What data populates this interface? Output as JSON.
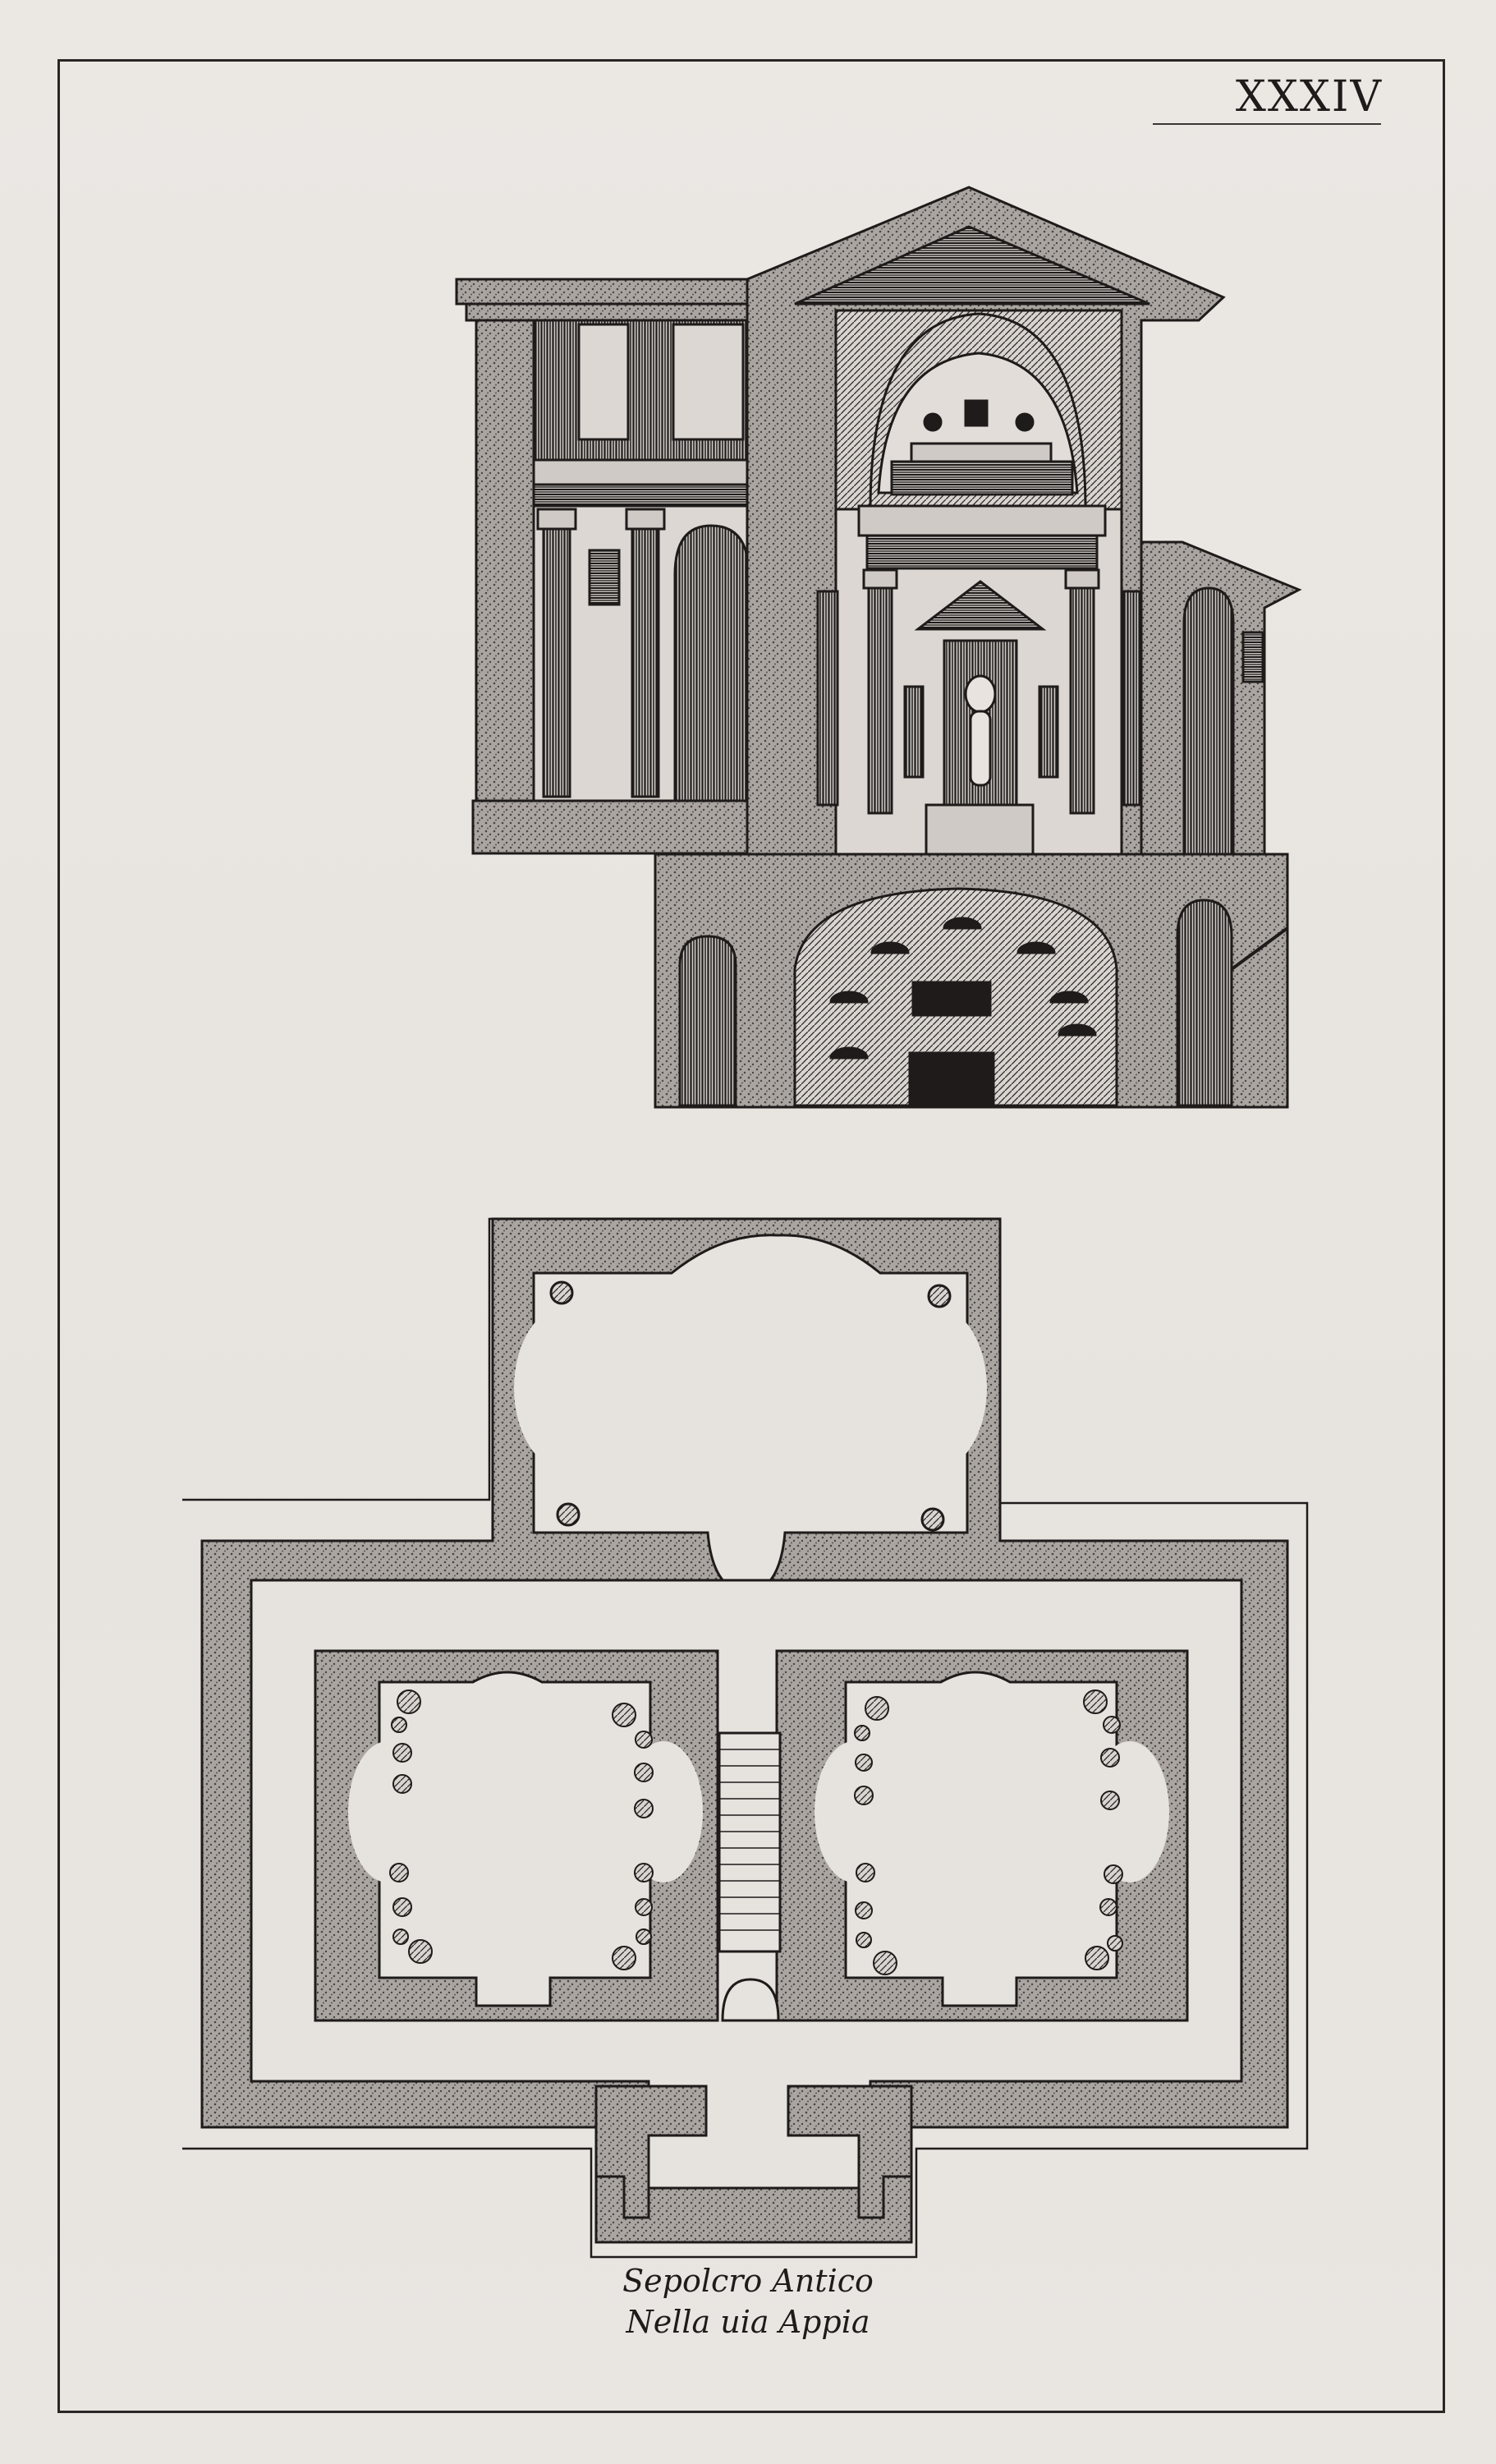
{
  "plate": {
    "number": "XXXIV"
  },
  "caption": {
    "line1": "Sepolcro Antico",
    "line2": "Nella uia Appia"
  },
  "colors": {
    "paper": "#e9e6e2",
    "ink": "#1e1b1a",
    "stipple": "#7f7a77"
  }
}
